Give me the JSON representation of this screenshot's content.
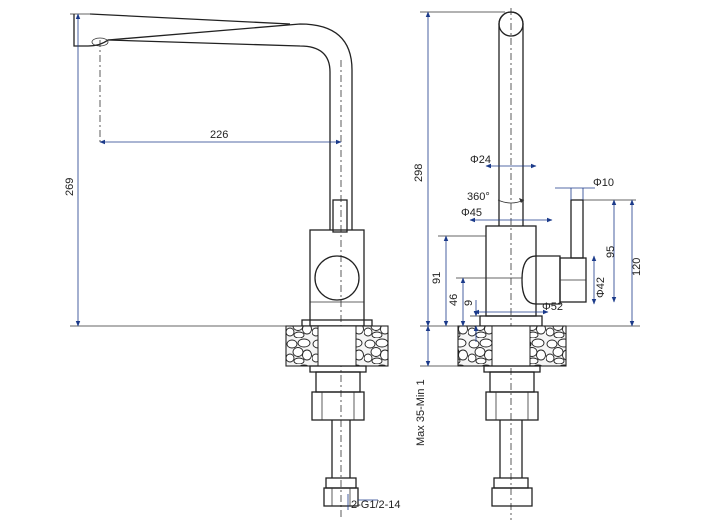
{
  "side_view": {
    "reach_label": "226",
    "height_label": "269",
    "connection_label": "2-G1/2-14"
  },
  "front_view": {
    "total_height_label": "298",
    "spout_dia_label": "Φ24",
    "rotation_label": "360°",
    "body_dia_label": "Φ45",
    "handle_dia_label": "Φ10",
    "lever_hub_dia_label": "Φ42",
    "height_91_label": "91",
    "height_46_label": "46",
    "height_9_label": "9",
    "base_dia_label": "Φ52",
    "height_95_label": "95",
    "height_120_label": "120",
    "counter_label": "Max 35-Min 1"
  }
}
